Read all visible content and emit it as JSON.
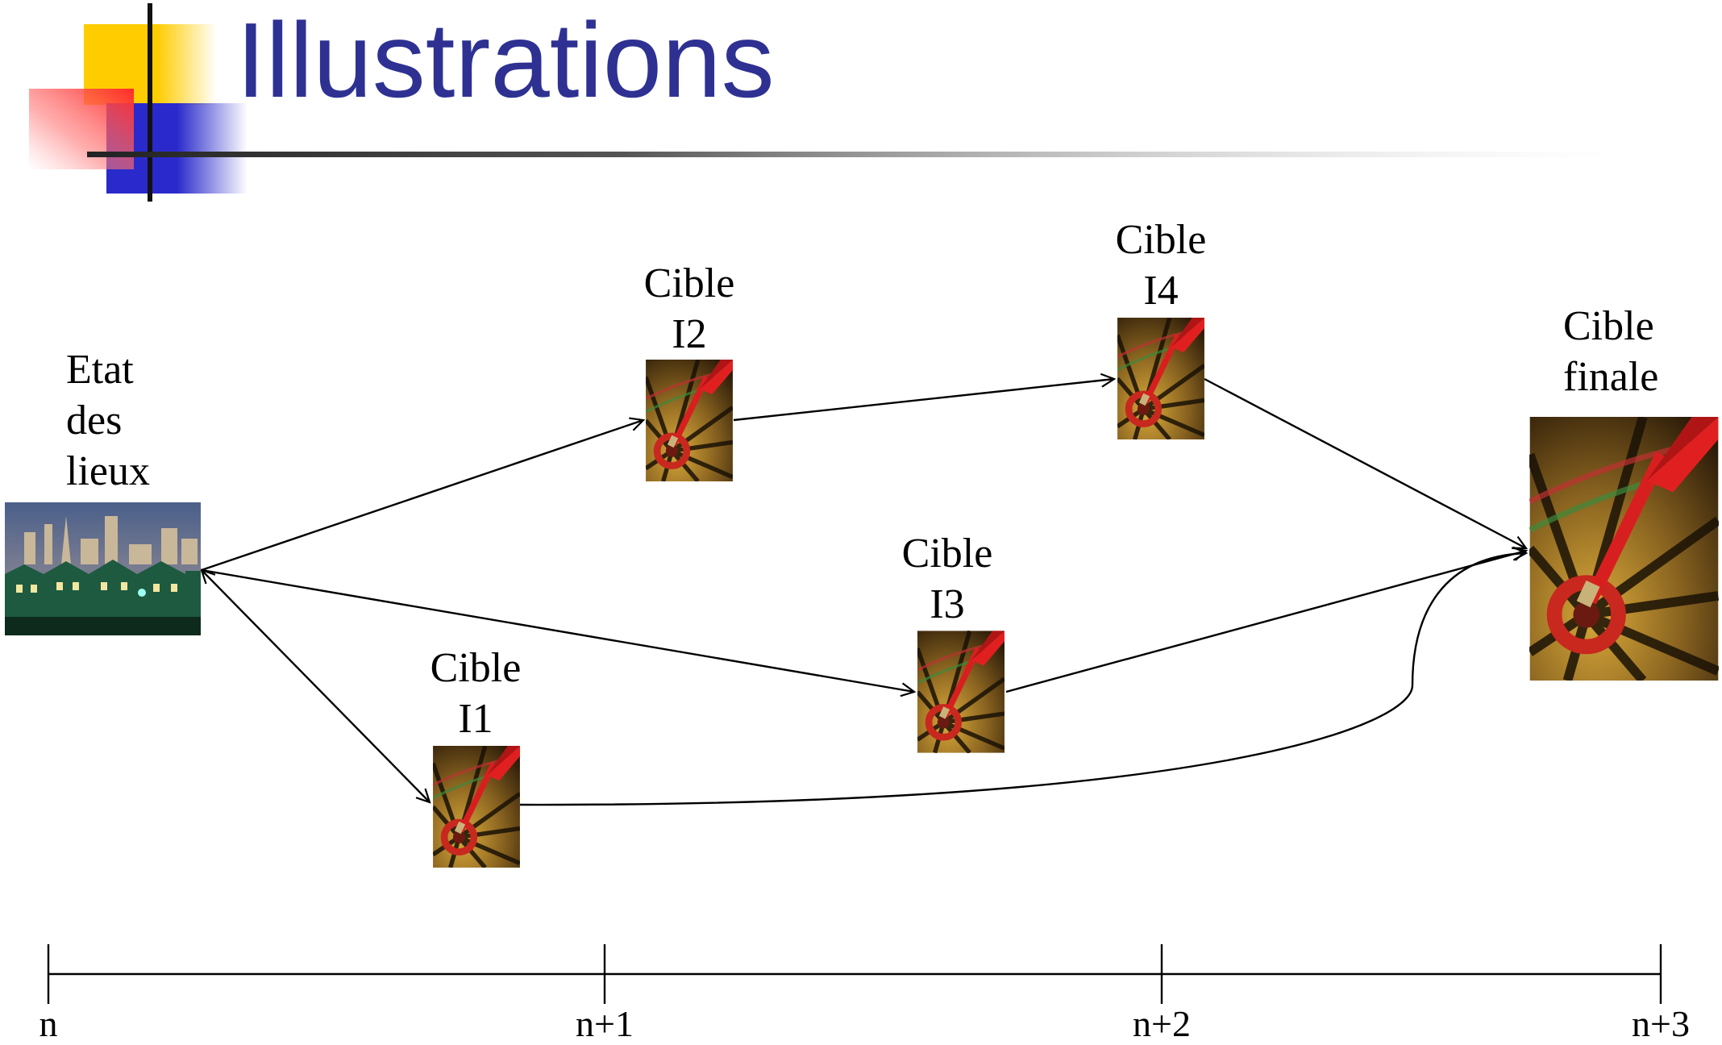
{
  "title": "Illustrations",
  "colors": {
    "title": "#2e3192",
    "deco_yellow": "#ffcc00",
    "deco_red": "#ff3333",
    "deco_blue": "#3333cc"
  },
  "start_node": {
    "label_lines": [
      "Etat",
      "des",
      "lieux"
    ],
    "image": "city-skyline-houses-image"
  },
  "targets": {
    "i1": {
      "label_lines": [
        "Cible",
        "I1"
      ],
      "image": "dartboard-image"
    },
    "i2": {
      "label_lines": [
        "Cible",
        "I2"
      ],
      "image": "dartboard-image"
    },
    "i3": {
      "label_lines": [
        "Cible",
        "I3"
      ],
      "image": "dartboard-image"
    },
    "i4": {
      "label_lines": [
        "Cible",
        "I4"
      ],
      "image": "dartboard-image"
    },
    "final": {
      "label_lines": [
        "Cible",
        "finale"
      ],
      "image": "dartboard-image"
    }
  },
  "edges": [
    {
      "from": "Etat des lieux",
      "to": "Cible I1"
    },
    {
      "from": "Etat des lieux",
      "to": "Cible I2"
    },
    {
      "from": "Etat des lieux",
      "to": "Cible I3"
    },
    {
      "from": "Cible I2",
      "to": "Cible I4"
    },
    {
      "from": "Cible I4",
      "to": "Cible finale"
    },
    {
      "from": "Cible I3",
      "to": "Cible finale"
    },
    {
      "from": "Cible I1",
      "to": "Cible finale"
    }
  ],
  "timeline": {
    "ticks": [
      "n",
      "n+1",
      "n+2",
      "n+3"
    ]
  }
}
